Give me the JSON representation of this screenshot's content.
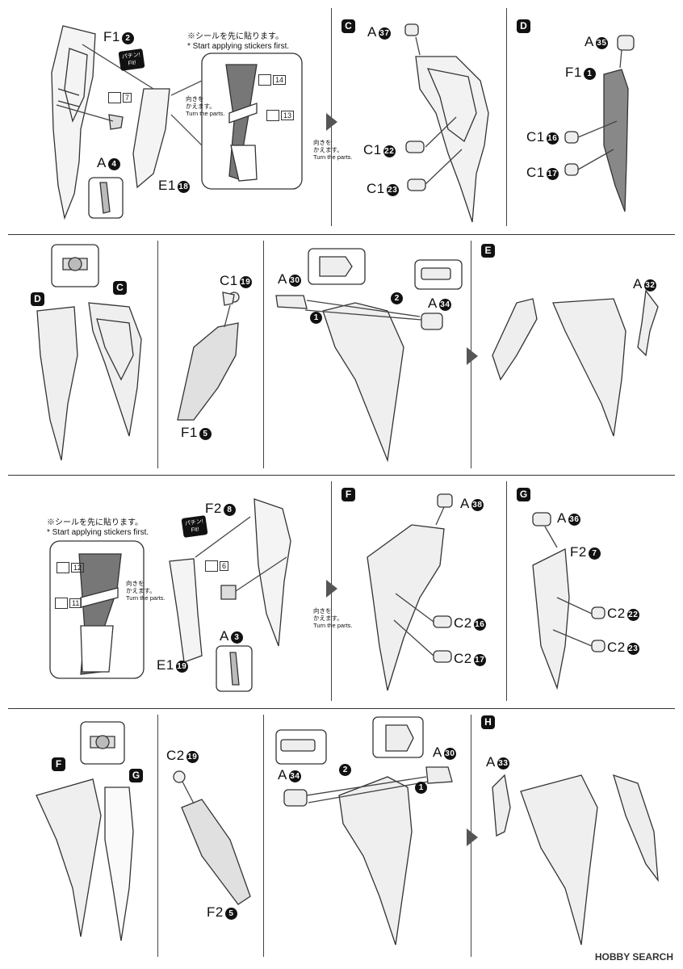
{
  "labels": {
    "f1_2": "F1",
    "f1_2_n": "2",
    "a4": "A",
    "a4_n": "4",
    "e1_18": "E1",
    "e1_18_n": "18",
    "a37": "A",
    "a37_n": "37",
    "c1_22": "C1",
    "c1_22_n": "22",
    "c1_23": "C1",
    "c1_23_n": "23",
    "a35": "A",
    "a35_n": "35",
    "f1_1": "F1",
    "f1_1_n": "1",
    "c1_16": "C1",
    "c1_16_n": "16",
    "c1_17": "C1",
    "c1_17_n": "17",
    "c1_19": "C1",
    "c1_19_n": "19",
    "f1_5": "F1",
    "f1_5_n": "5",
    "a30_r2": "A",
    "a30_r2_n": "30",
    "a34_r2": "A",
    "a34_r2_n": "34",
    "a32": "A",
    "a32_n": "32",
    "f2_8": "F2",
    "f2_8_n": "8",
    "a3": "A",
    "a3_n": "3",
    "e1_19": "E1",
    "e1_19_n": "19",
    "a38": "A",
    "a38_n": "38",
    "c2_16": "C2",
    "c2_16_n": "16",
    "c2_17": "C2",
    "c2_17_n": "17",
    "a36": "A",
    "a36_n": "36",
    "f2_7": "F2",
    "f2_7_n": "7",
    "c2_22": "C2",
    "c2_22_n": "22",
    "c2_23": "C2",
    "c2_23_n": "23",
    "c2_19": "C2",
    "c2_19_n": "19",
    "f2_5": "F2",
    "f2_5_n": "5",
    "a34_r4": "A",
    "a34_r4_n": "34",
    "a30_r4": "A",
    "a30_r4_n": "30",
    "a33": "A",
    "a33_n": "33"
  },
  "steps": {
    "c": "C",
    "d": "D",
    "r2_d": "D",
    "r2_c": "C",
    "e": "E",
    "f": "F",
    "g": "G",
    "r4_f": "F",
    "r4_g": "G",
    "h": "H",
    "order1": "1",
    "order2": "2"
  },
  "notes": {
    "sticker_first_jp": "※シールを先に貼ります。",
    "sticker_first_en": "* Start applying stickers first.",
    "turn_jp1": "向きを",
    "turn_jp2": "かえます。",
    "turn_en": "Turn the parts.",
    "fit_jp": "パチン!",
    "fit_en": "Fit!"
  },
  "stickers": {
    "s7": "7",
    "s14": "14",
    "s13": "13",
    "s12": "12",
    "s11": "11",
    "s6": "6"
  },
  "watermark": "HOBBY SEARCH"
}
